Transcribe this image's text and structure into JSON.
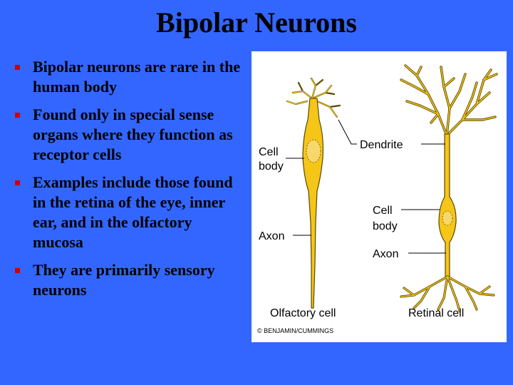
{
  "title": "Bipolar Neurons",
  "bullets": [
    "Bipolar neurons are rare in the human body",
    "Found only in special sense organs where they function as receptor cells",
    "Examples include those found in the retina of the eye, inner ear, and in the olfactory mucosa",
    "They are primarily sensory neurons"
  ],
  "figure": {
    "labels": {
      "dendrite": "Dendrite",
      "cell_body_line1": "Cell",
      "cell_body_line2": "body",
      "axon": "Axon"
    },
    "captions": {
      "olfactory": "Olfactory cell",
      "retinal": "Retinal cell"
    },
    "copyright": "© BENJAMIN/CUMMINGS"
  },
  "colors": {
    "background": "#3366ff",
    "bullet_marker": "#cc0000",
    "neuron_fill": "#f5c518",
    "neuron_outline": "#5a4a00"
  }
}
